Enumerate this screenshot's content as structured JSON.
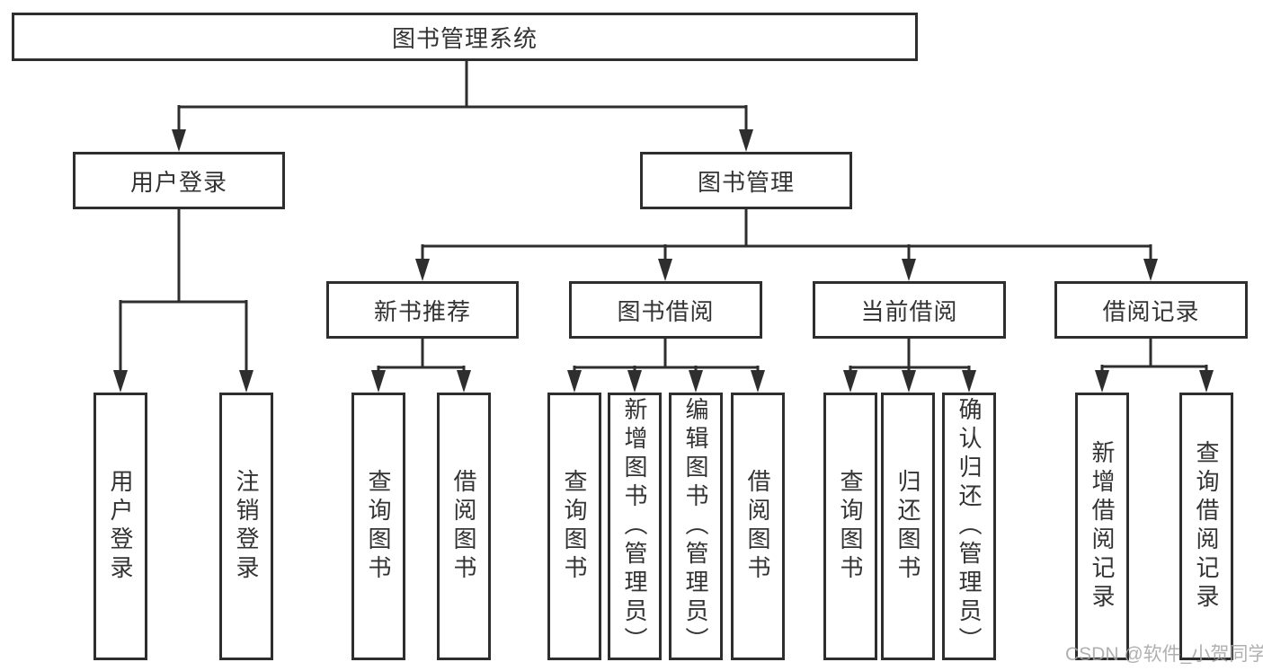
{
  "tree": {
    "label": "图书管理系统",
    "children": [
      {
        "label": "用户登录",
        "children": [
          {
            "label": "用户登录"
          },
          {
            "label": "注销登录"
          }
        ]
      },
      {
        "label": "图书管理",
        "children": [
          {
            "label": "新书推荐",
            "children": [
              {
                "label": "查询图书"
              },
              {
                "label": "借阅图书"
              }
            ]
          },
          {
            "label": "图书借阅",
            "children": [
              {
                "label": "查询图书"
              },
              {
                "label": "新增图书（管理员）"
              },
              {
                "label": "编辑图书（管理员）"
              },
              {
                "label": "借阅图书"
              }
            ]
          },
          {
            "label": "当前借阅",
            "children": [
              {
                "label": "查询图书"
              },
              {
                "label": "归还图书"
              },
              {
                "label": "确认归还（管理员）"
              }
            ]
          },
          {
            "label": "借阅记录",
            "children": [
              {
                "label": "新增借阅记录"
              },
              {
                "label": "查询借阅记录"
              }
            ]
          }
        ]
      }
    ]
  },
  "watermark": "CSDN @软件_小贺同学",
  "colors": {
    "line": "#2e2e2e",
    "text": "#333333",
    "background": "#ffffff",
    "watermark": "#a3a3a3"
  }
}
